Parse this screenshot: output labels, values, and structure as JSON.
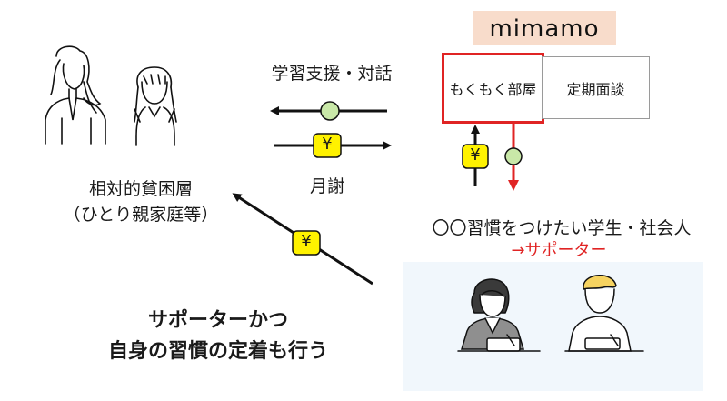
{
  "brand": {
    "name": "mimamo"
  },
  "flows": {
    "to_family_label": "学習支援・対話",
    "to_mimamo_label": "月謝",
    "yen_symbol": "¥"
  },
  "family": {
    "label_line1": "相対的貧困層",
    "label_line2": "（ひとり親家庭等）"
  },
  "services": {
    "room": "もくもく部屋",
    "interview": "定期面談"
  },
  "supporters": {
    "target_label": "〇〇習慣をつけたい学生・社会人",
    "role_label": "→サポーター"
  },
  "slogan": {
    "line1": "サポーターかつ",
    "line2": "自身の習慣の定着も行う"
  },
  "colors": {
    "accent_red": "#e02424",
    "yen_yellow": "#fff200",
    "coin_green": "#c9e8a8",
    "brand_bg": "#f8dccb",
    "panel_bg": "#f1f7fc"
  },
  "icons": [
    "parent-illustration",
    "child-illustration",
    "yen-coin-icon",
    "green-coin-icon",
    "studying-woman-illustration",
    "studying-boy-illustration"
  ]
}
